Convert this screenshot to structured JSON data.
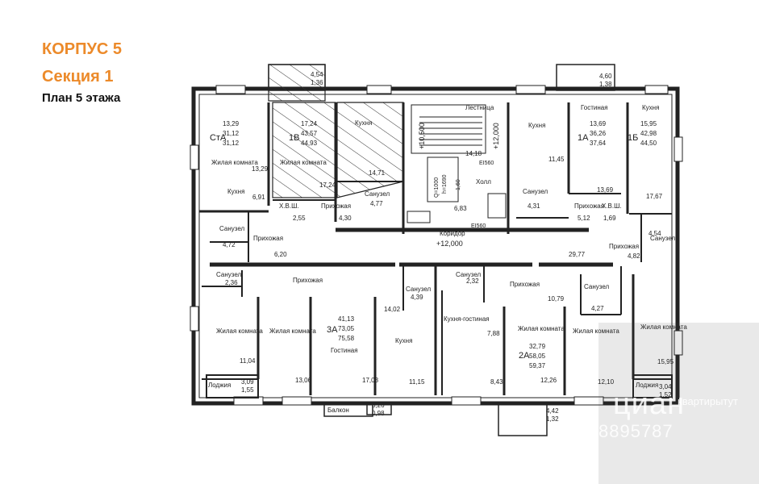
{
  "header": {
    "building": "КОРПУС 5",
    "section": "Секция 1",
    "plan": "План 5 этажа"
  },
  "rooms": {
    "kitchen": "Кухня",
    "living": "Жилая комната",
    "hall": "Прихожая",
    "bath": "Санузел",
    "lounge": "Гостиная",
    "corridor": "Коридор",
    "stairs": "Лестница",
    "hallway": "Холл",
    "loggia": "Лоджия",
    "balcony": "Балкон",
    "closet": "Х.В.Ш.",
    "kitchen_lounge": "Кухня-гостиная"
  },
  "units": {
    "ct_a": {
      "type": "СтА",
      "v1": "13,29",
      "v2": "31,12",
      "v3": "31,12"
    },
    "u_1b_left": {
      "type": "1В",
      "v1": "17,24",
      "v2": "43,57",
      "v3": "44,93"
    },
    "u_1a": {
      "type": "1А",
      "v1": "13,69",
      "v2": "36,26",
      "v3": "37,64"
    },
    "u_1b_right": {
      "type": "1Б",
      "v1": "15,95",
      "v2": "42,98",
      "v3": "44,50"
    },
    "u_3a": {
      "type": "3А",
      "v1": "41,13",
      "v2": "73,05",
      "v3": "75,58"
    },
    "u_2a": {
      "type": "2А",
      "v1": "32,79",
      "v2": "58,05",
      "v3": "59,37"
    }
  },
  "dims": {
    "balc_tl_a": "4,54",
    "balc_tl_b": "1,36",
    "balc_tr_a": "4,60",
    "balc_tr_b": "1,38",
    "d13_29": "13,29",
    "d17_24": "17,24",
    "d14_71": "14,71",
    "d14_18": "14,18",
    "d11_45": "11,45",
    "d13_69": "13,69",
    "d17_67": "17,67",
    "d6_91": "6,91",
    "d2_55": "2,55",
    "d4_30": "4,30",
    "d4_77": "4,77",
    "d6_83": "6,83",
    "d4_31": "4,31",
    "d5_12": "5,12",
    "d1_69": "1,69",
    "d4_54": "4,54",
    "d4_72": "4,72",
    "d6_20": "6,20",
    "d29_77": "29,77",
    "d4_82": "4,82",
    "d2_36": "2,36",
    "d2_32": "2,32",
    "d4_39": "4,39",
    "d14_02": "14,02",
    "d10_79": "10,79",
    "d4_27": "4,27",
    "d7_88": "7,88",
    "d11_04": "11,04",
    "d13_06": "13,06",
    "d17_03": "17,03",
    "d11_15": "11,15",
    "d8_43": "8,43",
    "d12_26": "12,26",
    "d12_10": "12,10",
    "d15_95": "15,95",
    "d3_09": "3,09",
    "d1_55": "1,55",
    "d3_26": "3,26",
    "d0_98": "0,98",
    "d4_42": "4,42",
    "d1_32": "1,32",
    "d3_04": "3,04",
    "d1_52": "1,52",
    "el_top": "+10,500",
    "el_top2": "+12,000",
    "el_corr": "+12,000",
    "q1000": "Q=1000",
    "h1690": "h=1690",
    "ei60a": "EI560",
    "ei60b": "EI560",
    "d1_60": "1,60"
  },
  "watermark": {
    "brand": "циан",
    "site": "квартирытут",
    "phone": "8895787"
  }
}
